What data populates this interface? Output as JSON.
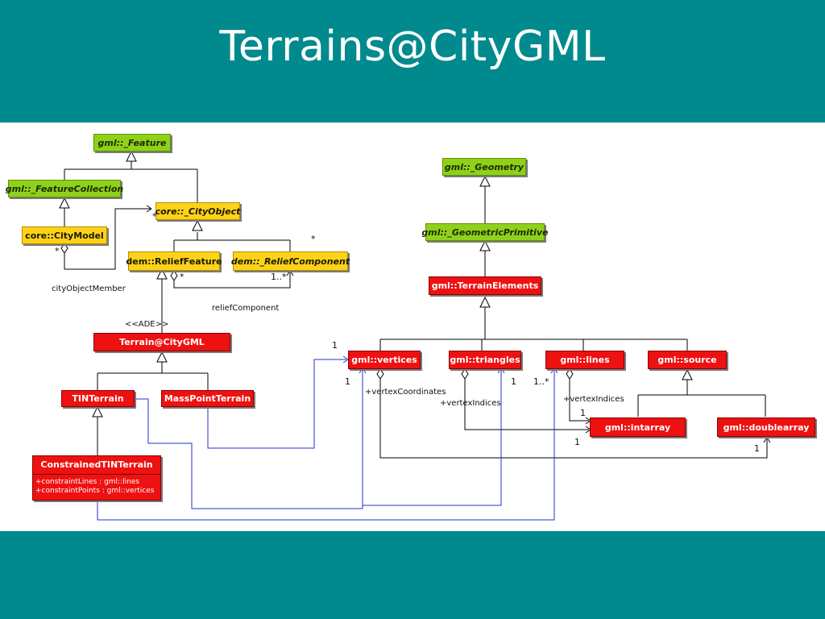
{
  "slide": {
    "title": "Terrains@CityGML"
  },
  "classes": {
    "gml_feature": "gml::_Feature",
    "gml_feature_collection": "gml::_FeatureCollection",
    "core_city_model": "core::CityModel",
    "core_city_object": "core::_CityObject",
    "dem_relief_feature": "dem::ReliefFeature",
    "dem_relief_component": "dem::_ReliefComponent",
    "terrain_citygml": "Terrain@CityGML",
    "tin_terrain": "TINTerrain",
    "mass_point_terrain": "MassPointTerrain",
    "constrained_tin_terrain": "ConstrainedTINTerrain",
    "gml_geometry": "gml::_Geometry",
    "gml_geometric_primitive": "gml::_GeometricPrimitive",
    "gml_terrain_elements": "gml::TerrainElements",
    "gml_vertices": "gml::vertices",
    "gml_triangles": "gml::triangles",
    "gml_lines": "gml::lines",
    "gml_source": "gml::source",
    "gml_intarray": "gml::intarray",
    "gml_doublearray": "gml::doublearray"
  },
  "attributes": {
    "constraint_lines": "+constraintLines : gml::lines",
    "constraint_points": "+constraintPoints : gml::vertices"
  },
  "labels": {
    "city_object_member": "cityObjectMember",
    "relief_component": "reliefComponent",
    "ade_stereotype": "<<ADE>>",
    "vertex_coordinates": "+vertexCoordinates",
    "vertex_indices_triangles": "+vertexIndices",
    "vertex_indices_lines": "+vertexIndices"
  },
  "multiplicities": {
    "city_model_member_source": "*",
    "city_object_member_target": "*",
    "relief_component_target_top": "*",
    "relief_feature_source": "*",
    "relief_component_target": "1..*",
    "vertices_left_top": "1",
    "vertices_left_bottom": "1",
    "triangles_right": "1",
    "lines_left": "1..*",
    "intarray_top": "1",
    "intarray_bottom": "1",
    "doublearray_bottom": "1"
  },
  "colors": {
    "header_bg": "#008a8d",
    "gml_base": "#8fd11a",
    "core_dem": "#ffd21a",
    "terrain": "#ee1111",
    "link_blue": "#2233cc"
  }
}
